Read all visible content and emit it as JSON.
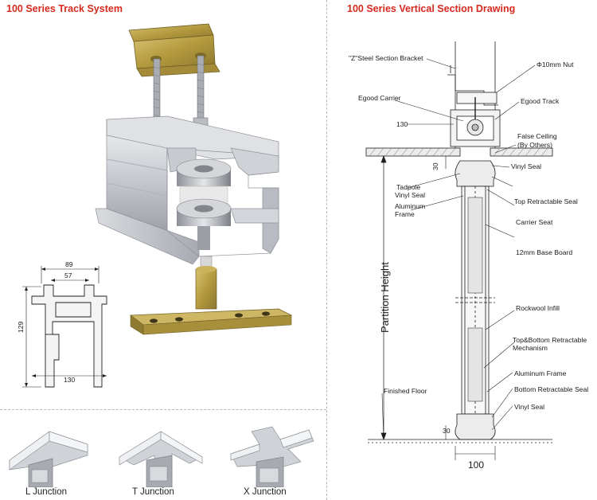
{
  "left_title": "100 Series Track System",
  "right_title": "100 Series Vertical Section Drawing",
  "profile_dims": {
    "top": "89",
    "inner": "57",
    "height": "129",
    "bottom": "130"
  },
  "junctions": [
    {
      "label": "L Junction"
    },
    {
      "label": "T Junction"
    },
    {
      "label": "X Junction"
    }
  ],
  "section": {
    "labels": {
      "z_bracket": "\"Z\"Steel Section Bracket",
      "nut": "Φ10mm Nut",
      "carrier": "Egood Carrier",
      "track": "Egood Track",
      "dim_130": "130",
      "false_ceiling_1": "False Ceiling",
      "false_ceiling_2": "(By Others)",
      "dim_30_top": "30",
      "vinyl_seal_top": "Vinyl Seal",
      "tadpole_1": "Tadpole",
      "tadpole_2": "Vinyl Seal",
      "top_retract": "Top Retractable Seal",
      "al_frame_1": "Aluminum",
      "al_frame_2": "Frame",
      "carrier_seat": "Carrier Seat",
      "base_board": "12mm Base Board",
      "partition_height": "Partition Height",
      "rockwool": "Rockwool Infill",
      "mech_1": "Top&Bottom Retractable",
      "mech_2": "Mechanism",
      "al_frame_b": "Aluminum Frame",
      "bottom_retract": "Bottom Retractable Seal",
      "finished_floor": "Finished Floor",
      "vinyl_seal_bottom": "Vinyl Seal",
      "dim_30_bottom": "30",
      "dim_100": "100"
    }
  }
}
